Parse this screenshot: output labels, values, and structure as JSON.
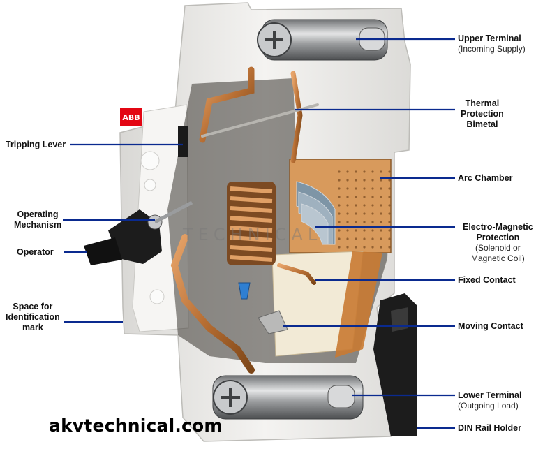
{
  "brand_logo": "ABB",
  "watermark": "TECHNICAL",
  "website": "akvtechnical.com",
  "labels_left": {
    "tripping_lever": "Tripping Lever",
    "operating_mechanism": [
      "Operating",
      "Mechanism"
    ],
    "operator": "Operator",
    "space_for_id": [
      "Space for",
      "Identification",
      "mark"
    ]
  },
  "labels_right": {
    "upper_terminal": "Upper Terminal",
    "upper_terminal_sub": "(Incoming Supply)",
    "thermal_protection": [
      "Thermal",
      "Protection",
      "Bimetal"
    ],
    "arc_chamber": "Arc Chamber",
    "electro_magnetic": [
      "Electro-Magnetic",
      "Protection"
    ],
    "electro_magnetic_sub": [
      "(Solenoid  or",
      "Magnetic Coil)"
    ],
    "fixed_contact": "Fixed Contact",
    "moving_contact": "Moving Contact",
    "lower_terminal": "Lower Terminal",
    "lower_terminal_sub": "(Outgoing Load)",
    "din_rail_holder": "DIN Rail Holder"
  },
  "colors": {
    "leader_line": "#0a2a8f",
    "housing": "#ecebe8",
    "copper": "#c07a3e",
    "steel": "#a9abae",
    "black_part": "#1c1c1c"
  }
}
